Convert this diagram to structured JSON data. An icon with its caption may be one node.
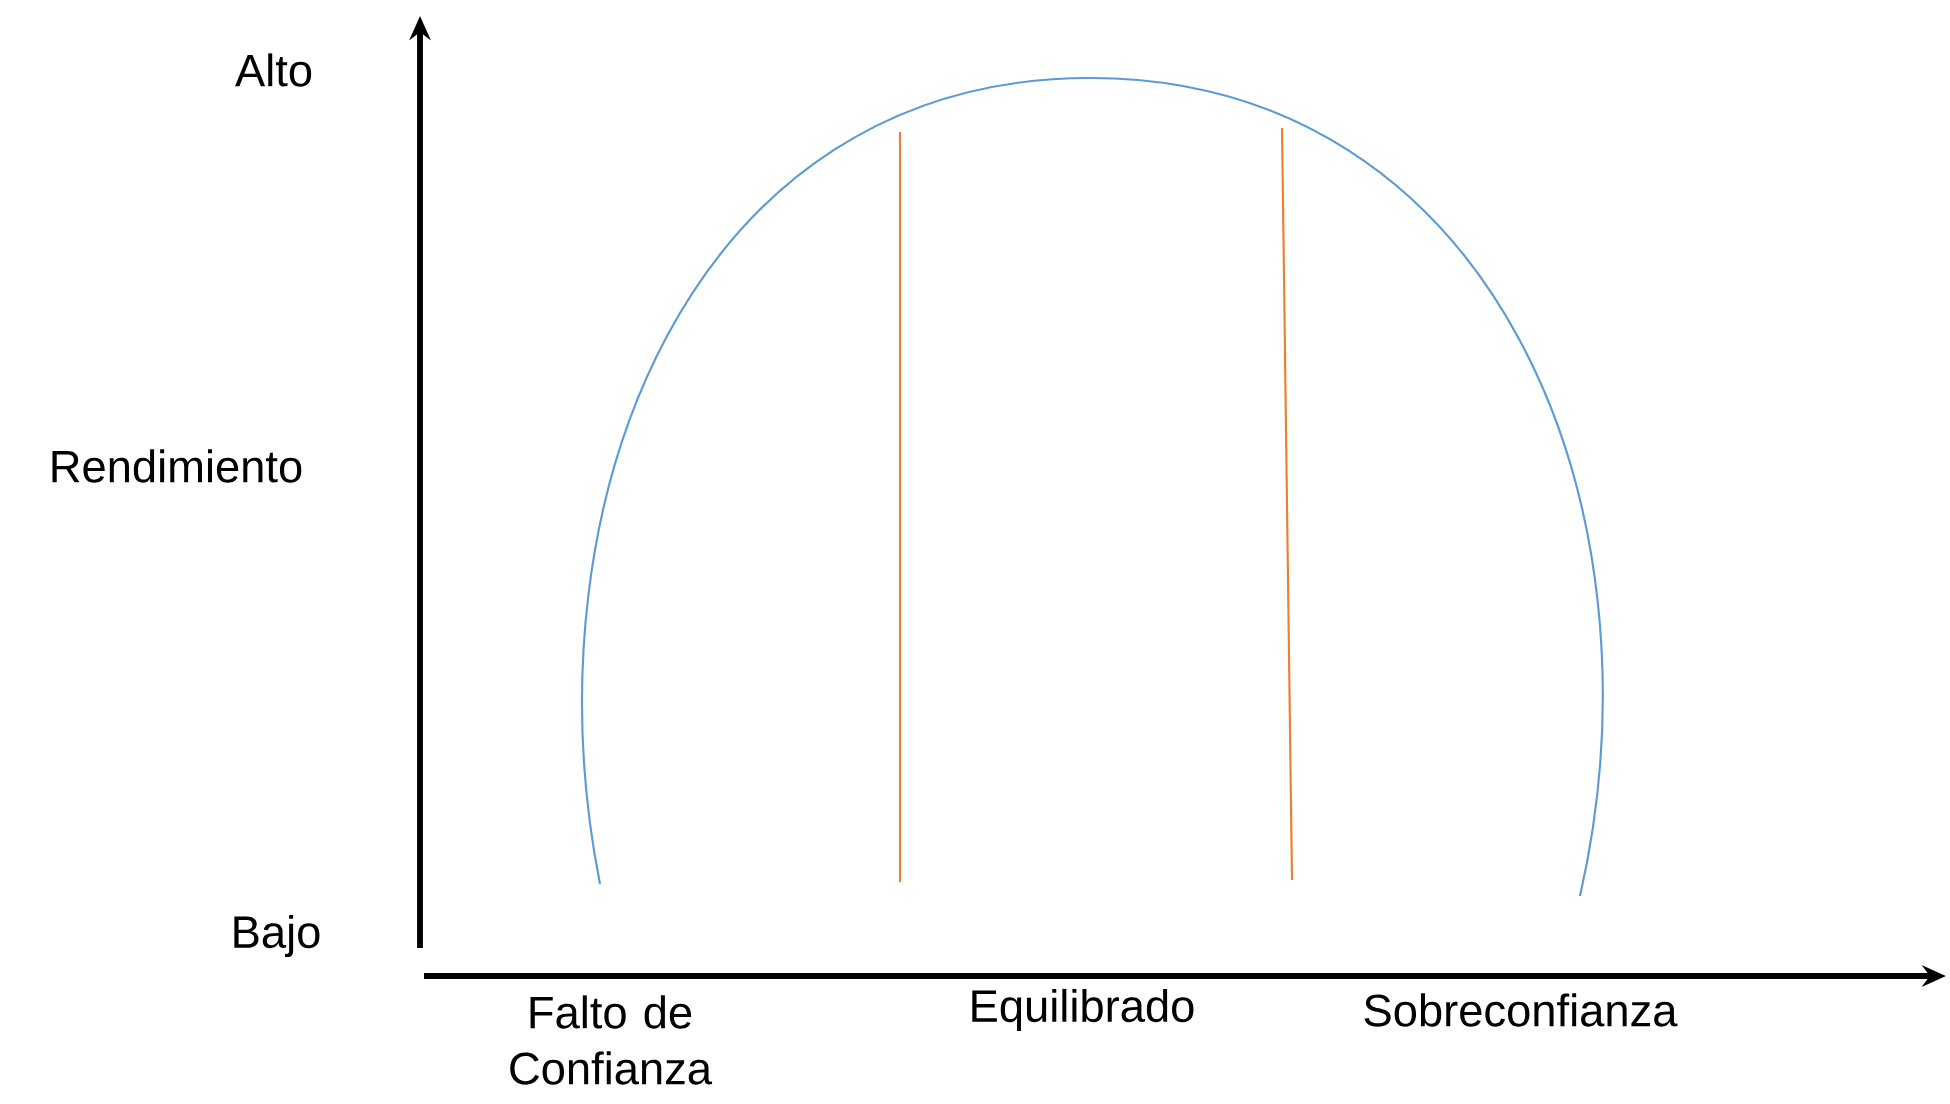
{
  "diagram": {
    "labels": [
      "Alto",
      "Rendimiento",
      "Bajo",
      "Falto de Confianza",
      "Equilibrado",
      "Sobreconfianza"
    ]
  }
}
